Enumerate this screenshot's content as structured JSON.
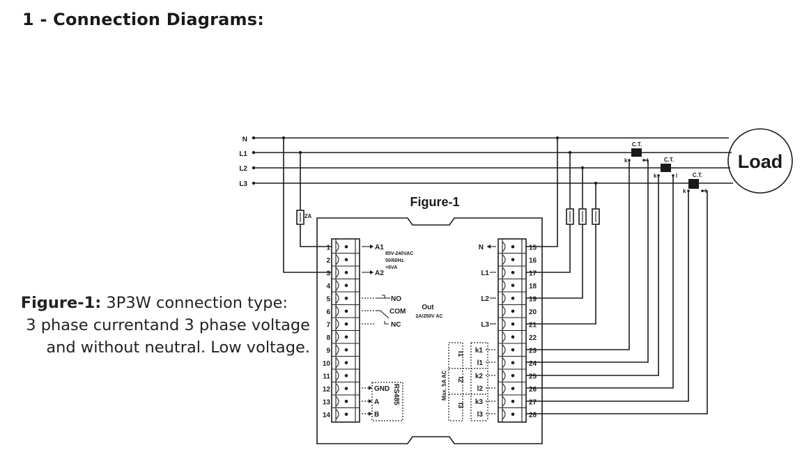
{
  "heading": "1 - Connection Diagrams:",
  "caption": {
    "bold": "Figure-1:",
    "line1": " 3P3W connection type:",
    "line2": "3 phase currentand 3 phase voltage",
    "line3": "and without neutral. Low voltage."
  },
  "diagram": {
    "figure_title": "Figure-1",
    "lines": [
      "N",
      "L1",
      "L2",
      "L3"
    ],
    "load_label": "Load",
    "ct_label": "C.T.",
    "ct_k": "k",
    "ct_l": "l",
    "fuse_label": "2A",
    "left_terminals": [
      "1",
      "2",
      "3",
      "4",
      "5",
      "6",
      "7",
      "8",
      "9",
      "10",
      "11",
      "12",
      "13",
      "14"
    ],
    "right_terminals": [
      "15",
      "16",
      "17",
      "18",
      "19",
      "20",
      "21",
      "22",
      "23",
      "24",
      "25",
      "26",
      "27",
      "28"
    ],
    "supply": {
      "a1": "A1",
      "a2": "A2",
      "voltage": "85V-240VAC",
      "freq": "50/60Hz.",
      "power": "<6VA"
    },
    "relay": {
      "no": "NO",
      "com": "COM",
      "nc": "NC",
      "out": "Out",
      "rating": "2A/250V AC"
    },
    "rs485": {
      "gnd": "GND",
      "a": "A",
      "b": "B",
      "label": "RS485"
    },
    "voltage_inputs": [
      "N",
      "L1",
      "L2",
      "L3"
    ],
    "current_inputs": [
      "k1",
      "l1",
      "k2",
      "l2",
      "k3",
      "l3"
    ],
    "current_groups": [
      "I1",
      "I2",
      "I3"
    ],
    "current_max": "Max. 5A AC"
  }
}
